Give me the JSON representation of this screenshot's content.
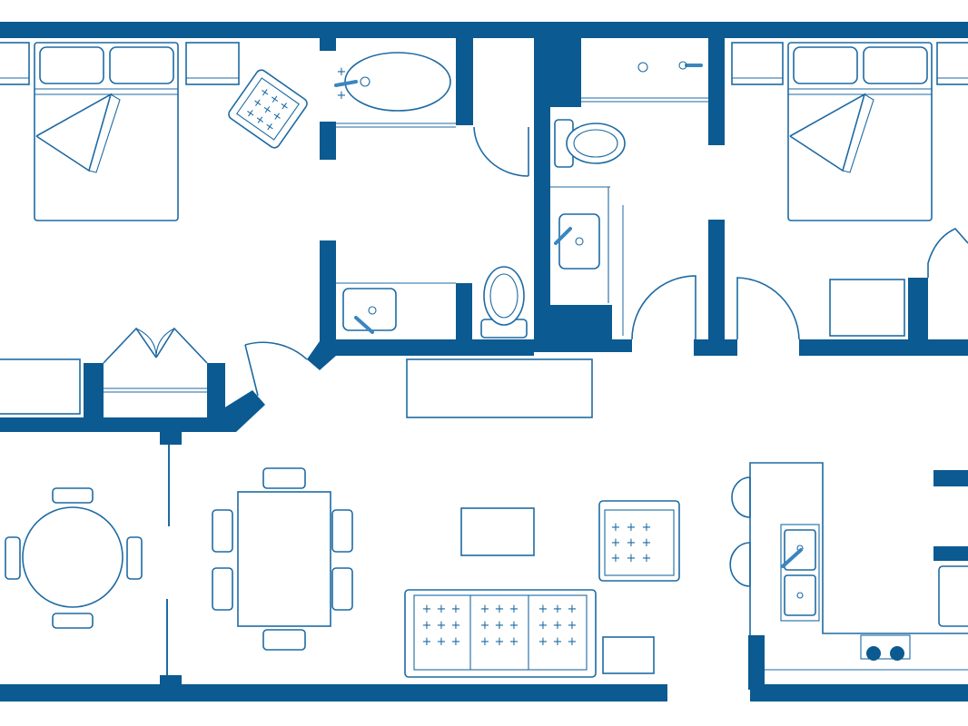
{
  "plan": {
    "title": "",
    "colors": {
      "wall": "#0b5a91",
      "line": "#1d6aa3",
      "glass": "#8fb3d0",
      "tap": "#3a86bf",
      "background": "#ffffff"
    },
    "rooms": [
      "bedroom-1",
      "bathroom-1",
      "bathroom-2",
      "bedroom-2",
      "entry",
      "dining-area",
      "living-area",
      "kitchen"
    ],
    "icons": [
      "bed-icon",
      "bathtub-icon",
      "toilet-icon",
      "sink-icon",
      "armchair-icon",
      "round-table-icon",
      "dining-table-icon",
      "sofa-icon",
      "coffee-table-icon",
      "bar-stool-icon",
      "stove-icon",
      "door-swing-icon",
      "wardrobe-icon"
    ]
  }
}
